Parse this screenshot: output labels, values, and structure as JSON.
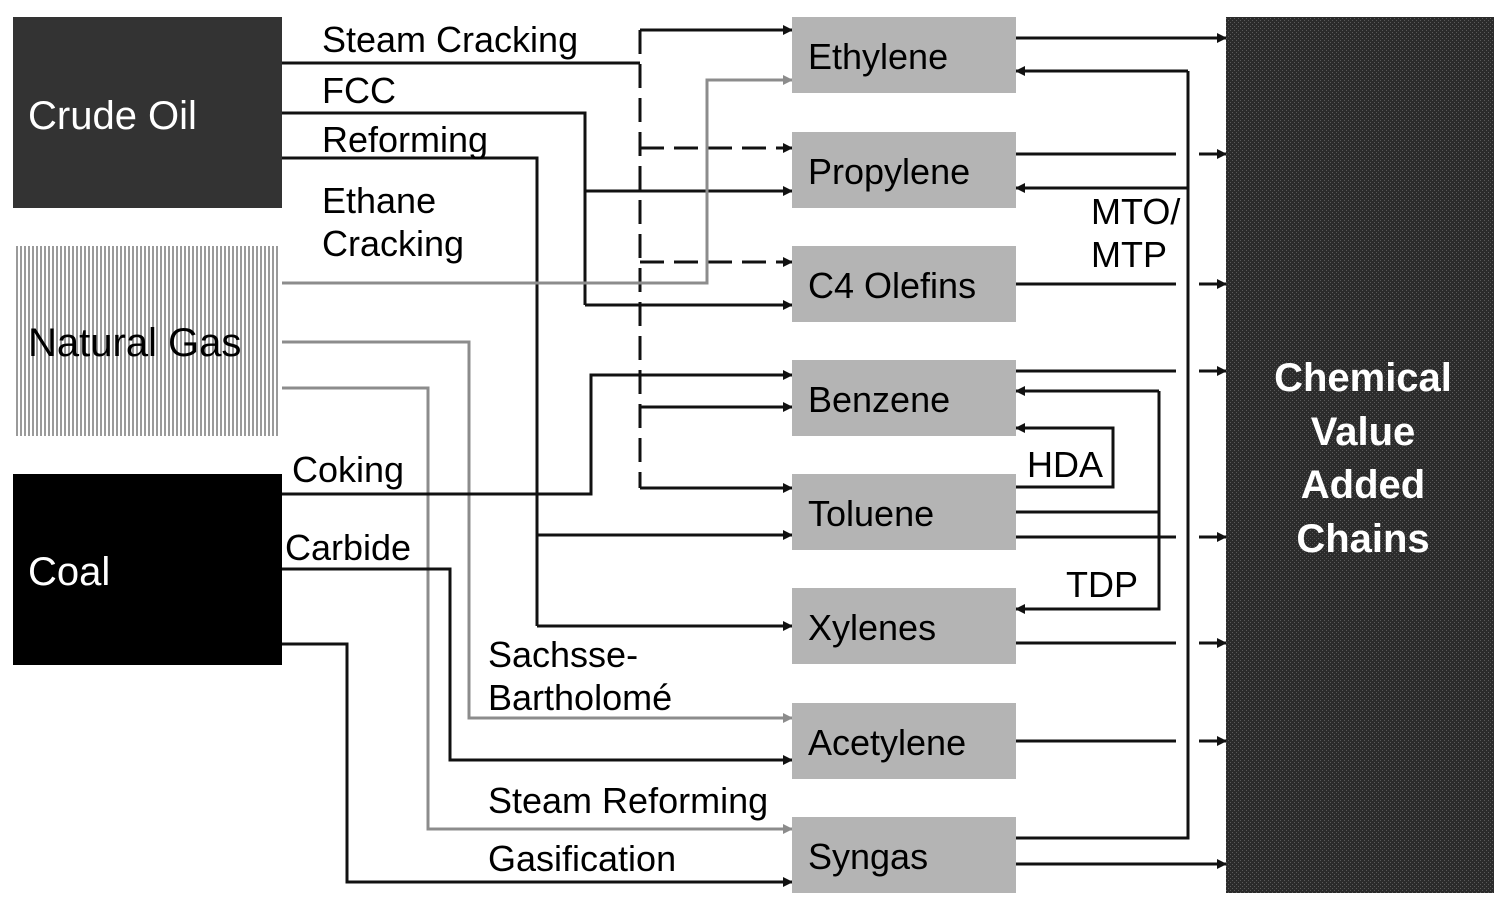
{
  "sources": [
    {
      "id": "crude-oil",
      "label": "Crude Oil",
      "color": "#333333",
      "text_color": "#ffffff"
    },
    {
      "id": "natural-gas",
      "label": "Natural Gas",
      "color": "#bdbdbd",
      "text_color": "#000000",
      "pattern": "vertical-stripes"
    },
    {
      "id": "coal",
      "label": "Coal",
      "color": "#000000",
      "text_color": "#ffffff"
    }
  ],
  "products": [
    {
      "id": "ethylene",
      "label": "Ethylene"
    },
    {
      "id": "propylene",
      "label": "Propylene"
    },
    {
      "id": "c4-olefins",
      "label": "C4 Olefins"
    },
    {
      "id": "benzene",
      "label": "Benzene"
    },
    {
      "id": "toluene",
      "label": "Toluene"
    },
    {
      "id": "xylenes",
      "label": "Xylenes"
    },
    {
      "id": "acetylene",
      "label": "Acetylene"
    },
    {
      "id": "syngas",
      "label": "Syngas"
    }
  ],
  "processes": {
    "steam_cracking": "Steam Cracking",
    "fcc": "FCC",
    "reforming": "Reforming",
    "ethane_cracking_1": "Ethane",
    "ethane_cracking_2": "Cracking",
    "coking": "Coking",
    "carbide": "Carbide",
    "sachsse_1": "Sachsse-",
    "sachsse_2": "Bartholomé",
    "steam_reforming": "Steam Reforming",
    "gasification": "Gasification",
    "mto_1": "MTO/",
    "mto_2": "MTP",
    "hda": "HDA",
    "tdp": "TDP"
  },
  "target": {
    "line1": "Chemical",
    "line2": "Value",
    "line3": "Added",
    "line4": "Chains",
    "color": "#2b2b2b"
  },
  "colors": {
    "product_box": "#b4b4b4",
    "line_dark": "#111111",
    "line_gray": "#8c8c8c"
  }
}
